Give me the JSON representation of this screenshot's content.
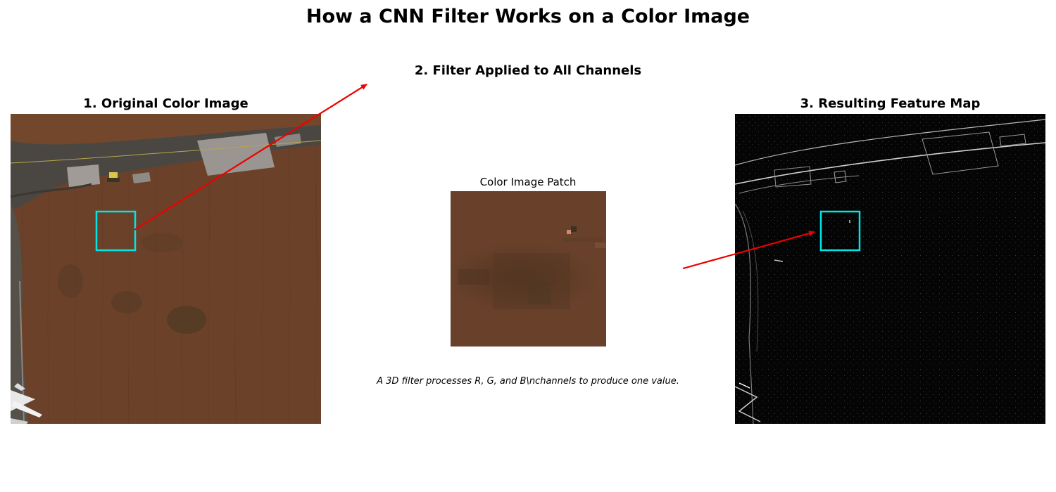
{
  "title": "How a CNN Filter Works on a Color Image",
  "panels": {
    "original": {
      "title": "1. Original Color Image"
    },
    "filter": {
      "title": "2. Filter Applied to All Channels",
      "patch_title": "Color Image Patch",
      "caption": "A 3D filter processes R, G, and B\\nchannels to produce one value."
    },
    "feature_map": {
      "title": "3. Resulting Feature Map"
    }
  },
  "colors": {
    "highlight_box": "#00e5e5",
    "arrow": "#ee0000",
    "soil": "#6b4129",
    "runway": "#4a4743",
    "feature_bg": "#050505"
  },
  "icons": {
    "arrow_head": "arrowhead-icon"
  }
}
